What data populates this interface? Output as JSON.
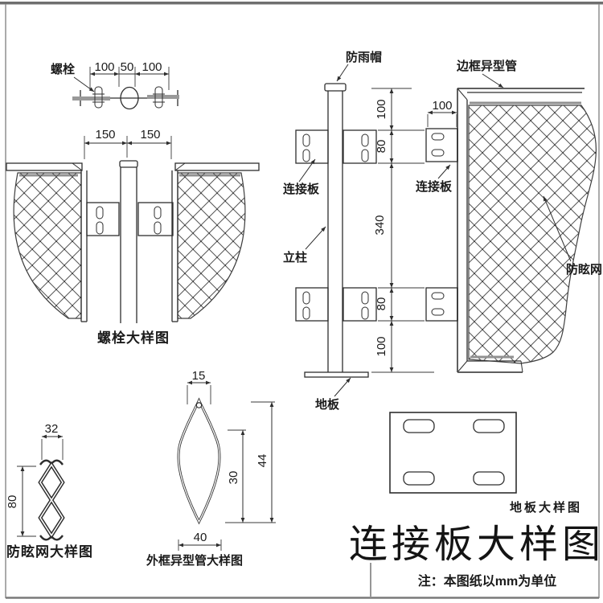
{
  "drawing": {
    "colors": {
      "line": "#2e2e2e",
      "gray_accent": "#919191",
      "background": "#ffffff",
      "border": "#8f8f8f"
    },
    "callouts": {
      "bolt": "螺栓",
      "rain_cap": "防雨帽",
      "frame_tube": "边框异型管",
      "conn_plate_left": "连接板",
      "conn_plate_right": "连接板",
      "post": "立柱",
      "glare_net": "防眩网",
      "floor": "地板"
    },
    "captions": {
      "bolt_detail": "螺栓大样图",
      "glare_net_detail": "防眩网大样图",
      "frame_tube_detail": "外框异型管大样图",
      "floor_detail": "地板大样图",
      "main_title": "连接板大样图",
      "note": "注：本图纸以mm为单位"
    },
    "dims": {
      "bolt_top_1": "100",
      "bolt_top_2": "50",
      "bolt_top_3": "100",
      "bolt_mid_1": "150",
      "bolt_mid_2": "150",
      "chain_1": "100",
      "chain_2": "80",
      "chain_3": "340",
      "chain_4": "80",
      "chain_5": "100",
      "plate_w": "100",
      "net_w": "32",
      "net_h": "80",
      "tube_top": "15",
      "tube_h_inner": "30",
      "tube_h_total": "44",
      "tube_w": "40"
    }
  }
}
